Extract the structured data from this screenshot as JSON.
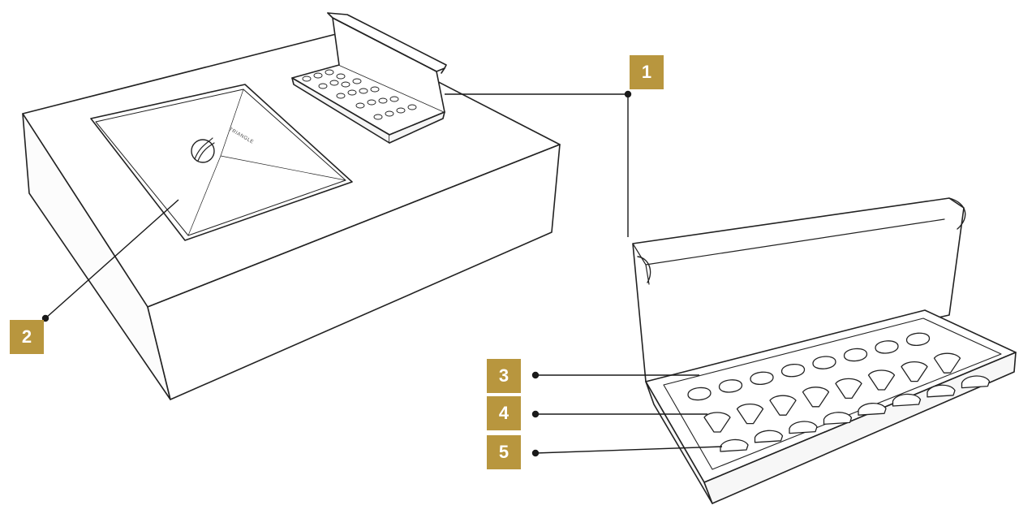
{
  "colors": {
    "badge": "#b8963e",
    "line": "#1a1a1a",
    "sketch": "#222222"
  },
  "callouts": [
    {
      "label": "1"
    },
    {
      "label": "2"
    },
    {
      "label": "3"
    },
    {
      "label": "4"
    },
    {
      "label": "5"
    }
  ],
  "book_label": "TRIANGLE"
}
